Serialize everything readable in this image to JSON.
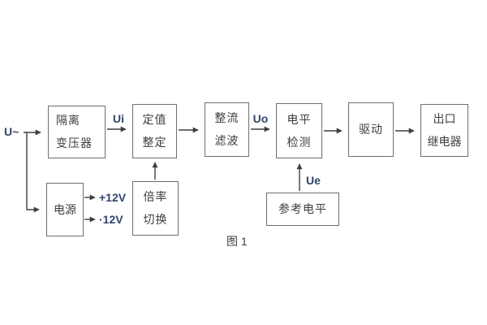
{
  "diagram": {
    "caption": "图 1",
    "colors": {
      "background": "#ffffff",
      "box_border": "#6e6e6e",
      "wire": "#3f3f3f",
      "block_text": "#3d3d3d",
      "signal_text": "#31456b"
    },
    "blocks": {
      "isolation_transformer": {
        "line1": "隔离",
        "line2": "变压器"
      },
      "setpoint_setting": {
        "line1": "定值",
        "line2": "整定"
      },
      "rectifier_filter": {
        "line1": "整流",
        "line2": "滤波"
      },
      "level_detector": {
        "line1": "电平",
        "line2": "检测"
      },
      "driver": {
        "label": "驱动"
      },
      "output_relay": {
        "line1": "出口",
        "line2": "继电器"
      },
      "power_supply": {
        "label": "电源"
      },
      "ratio_switch": {
        "line1": "倍率",
        "line2": "切换"
      },
      "reference_level": {
        "label": "参考电平"
      }
    },
    "signals": {
      "input": "U~",
      "ui": "Ui",
      "uo": "Uo",
      "ue": "Ue",
      "rail_pos": "+12V",
      "rail_neg": "·12V"
    }
  }
}
